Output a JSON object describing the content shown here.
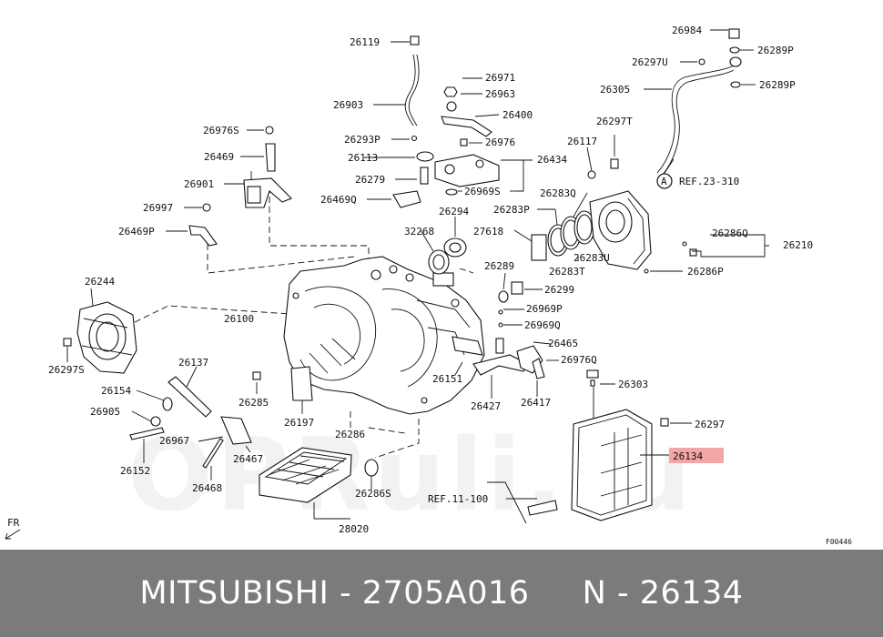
{
  "diagram": {
    "labels": {
      "p26119": "26119",
      "p26903": "26903",
      "p26971": "26971",
      "p26963": "26963",
      "p26400": "26400",
      "p26976": "26976",
      "p26293P": "26293P",
      "p26113": "26113",
      "p26279": "26279",
      "p26469Q": "26469Q",
      "p26434": "26434",
      "p26969S": "26969S",
      "p26976S": "26976S",
      "p26469": "26469",
      "p26901": "26901",
      "p26997": "26997",
      "p26469P": "26469P",
      "p32268": "32268",
      "p26294": "26294",
      "p27618": "27618",
      "p26283P": "26283P",
      "p26283Q": "26283Q",
      "p26283T": "26283T",
      "p26283U": "26283U",
      "p26117": "26117",
      "p26297T": "26297T",
      "p26984": "26984",
      "p26289P_a": "26289P",
      "p26297U": "26297U",
      "p26305": "26305",
      "p26289P_b": "26289P",
      "p26286Q": "26286Q",
      "p26210": "26210",
      "p26286P": "26286P",
      "p26244": "26244",
      "p26297S": "26297S",
      "p26100": "26100",
      "p26289": "26289",
      "p26299": "26299",
      "p26969P": "26969P",
      "p26969Q": "26969Q",
      "p26465": "26465",
      "p26976Q": "26976Q",
      "p26137": "26137",
      "p26154": "26154",
      "p26905": "26905",
      "p26285": "26285",
      "p26151": "26151",
      "p26427": "26427",
      "p26417": "26417",
      "p26303": "26303",
      "p26297": "26297",
      "p26197": "26197",
      "p26967": "26967",
      "p26286": "26286",
      "p26467": "26467",
      "p26152": "26152",
      "p26468": "26468",
      "p26286S": "26286S",
      "p28020": "28020",
      "p26134": "26134"
    },
    "refs": {
      "ref_a_letter": "A",
      "ref_a_text": "REF.23-310",
      "ref_11_100": "REF.11-100"
    },
    "code": "F00446",
    "front_marker": "FR",
    "watermark": "OPRuli.ru"
  },
  "footer": {
    "caption": "MITSUBISHI - 2705A016     N - 26134"
  },
  "colors": {
    "highlight": "#f4a6a6",
    "footer_background": "#7b7b7b",
    "footer_text": "#ffffff",
    "line_art": "#111111"
  }
}
